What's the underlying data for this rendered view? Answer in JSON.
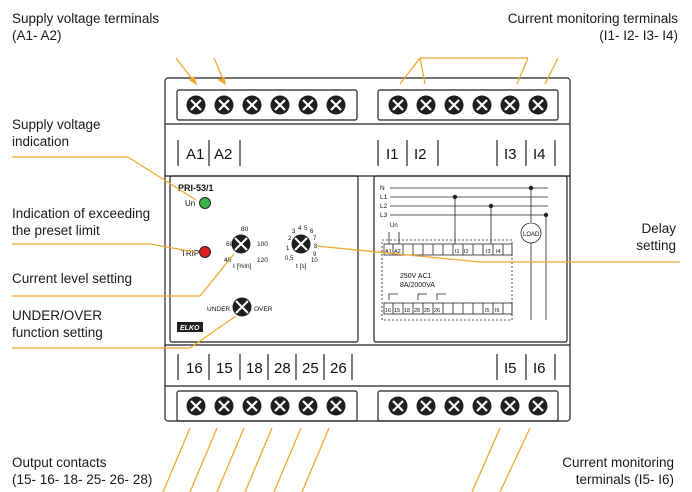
{
  "labels": {
    "supply_terminals": {
      "line1": "Supply voltage terminals",
      "line2": "(A1- A2)"
    },
    "current_terminals_top": {
      "line1": "Current monitoring terminals",
      "line2": "(I1- I2- I3- I4)"
    },
    "supply_indication": {
      "line1": "Supply voltage",
      "line2": "indication"
    },
    "exceed_indication": {
      "line1": "Indication of exceeding",
      "line2": "the preset limit"
    },
    "delay_setting": {
      "line1": "Delay",
      "line2": "setting"
    },
    "current_level": {
      "line1": "Current level setting"
    },
    "under_over": {
      "line1": "UNDER/OVER",
      "line2": "function setting"
    },
    "output_contacts": {
      "line1": "Output contacts",
      "line2": "(15- 16- 18- 25- 26- 28)"
    },
    "current_terminals_bottom": {
      "line1": "Current monitoring",
      "line2": "terminals (I5- I6)"
    }
  },
  "device": {
    "model": "PRI-53/1",
    "led_un": "Un",
    "led_trip": "TRIP",
    "brand": "ELKO",
    "current_dial": {
      "ticks": [
        "40",
        "60",
        "80",
        "100",
        "120"
      ],
      "unit": "I [%In]"
    },
    "delay_dial": {
      "ticks": [
        "0,5",
        "1",
        "2",
        "3",
        "4",
        "5",
        "6",
        "7",
        "8",
        "9",
        "10"
      ],
      "unit": "t [s]"
    },
    "mode_switch": {
      "left": "UNDER",
      "right": "OVER"
    },
    "top_terminals": [
      "A1",
      "A2",
      "I1",
      "I2",
      "I3",
      "I4"
    ],
    "bottom_terminals": [
      "16",
      "15",
      "18",
      "28",
      "25",
      "26",
      "I5",
      "I6"
    ],
    "schematic": {
      "lines": [
        "N",
        "L1",
        "L2",
        "L3"
      ],
      "load": "LOAD",
      "rating1": "250V  AC1",
      "rating2": "8A/2000VA",
      "un": "Un",
      "top_pins": [
        "A1",
        "A2",
        "I1",
        "I2",
        "I3",
        "I4"
      ],
      "bottom_pins": [
        "16",
        "15",
        "18",
        "28",
        "25",
        "26",
        "I5",
        "I6"
      ]
    }
  },
  "colors": {
    "accent_lines": "#f0a830",
    "led_green": "#3cb44a",
    "led_red": "#e02020",
    "housing": "#ffffff",
    "screw_dark": "#1f1f1f"
  }
}
